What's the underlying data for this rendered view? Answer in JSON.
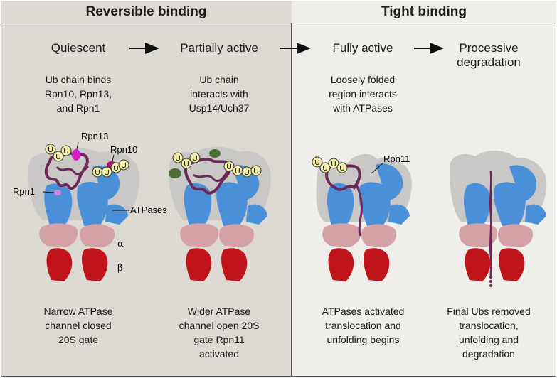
{
  "headers": {
    "left": "Reversible binding",
    "right": "Tight binding"
  },
  "stages": [
    {
      "title": [
        "Quiescent"
      ],
      "description": [
        "Ub chain binds",
        "Rpn10, Rpn13,",
        "and Rpn1"
      ],
      "note": [
        "Narrow ATPase",
        "channel closed",
        "20S gate"
      ]
    },
    {
      "title": [
        "Partially active"
      ],
      "description": [
        "Ub chain",
        "interacts with",
        "Usp14/Uch37"
      ],
      "note": [
        "Wider ATPase",
        "channel open 20S",
        "gate Rpn11",
        "activated"
      ]
    },
    {
      "title": [
        "Fully active"
      ],
      "description": [
        "Loosely folded",
        "region interacts",
        "with ATPases"
      ],
      "note": [
        "ATPases activated",
        "translocation and",
        "unfolding begins"
      ]
    },
    {
      "title": [
        "Processive",
        "degradation"
      ],
      "description": [],
      "note": [
        "Final Ubs removed",
        "translocation,",
        "unfolding and",
        "degradation"
      ]
    }
  ],
  "labels": {
    "rpn13": "Rpn13",
    "rpn10": "Rpn10",
    "rpn1": "Rpn1",
    "atpases": "ATPases",
    "alpha": "α",
    "beta": "β",
    "rpn11": "Rpn11",
    "ub": "U"
  },
  "colors": {
    "lid": "#c9c8c7",
    "atpase": "#4a90d9",
    "alpha_ring": "#d4a1a6",
    "beta_ring": "#c0141c",
    "substrate": "#6b2a56",
    "ubiquitin": "#f3efa9",
    "rpn13": "#d21fc8",
    "rpn10": "#b0196e",
    "rpn1": "#d97fe0",
    "usp14": "#4b6e34"
  }
}
